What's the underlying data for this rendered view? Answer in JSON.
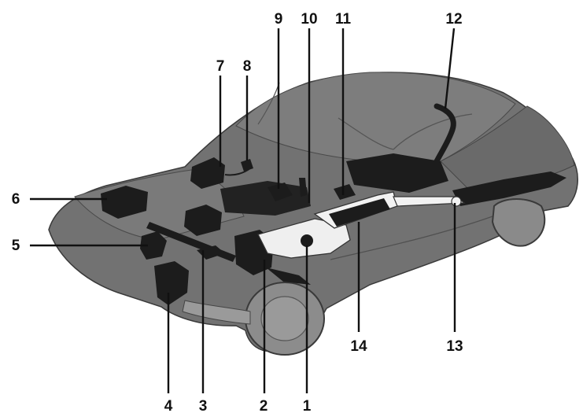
{
  "callouts": [
    {
      "id": "1",
      "label": "1"
    },
    {
      "id": "2",
      "label": "2"
    },
    {
      "id": "3",
      "label": "3"
    },
    {
      "id": "4",
      "label": "4"
    },
    {
      "id": "5",
      "label": "5"
    },
    {
      "id": "6",
      "label": "6"
    },
    {
      "id": "7",
      "label": "7"
    },
    {
      "id": "8",
      "label": "8"
    },
    {
      "id": "9",
      "label": "9"
    },
    {
      "id": "10",
      "label": "10"
    },
    {
      "id": "11",
      "label": "11"
    },
    {
      "id": "12",
      "label": "12"
    },
    {
      "id": "13",
      "label": "13"
    },
    {
      "id": "14",
      "label": "14"
    }
  ],
  "colors": {
    "body": "#6f6f6f",
    "body_dark": "#4f4f4f",
    "body_light": "#8a8a8a",
    "component": "#1c1c1c",
    "exhaust": "#f2f2f2",
    "ink": "#111111"
  }
}
